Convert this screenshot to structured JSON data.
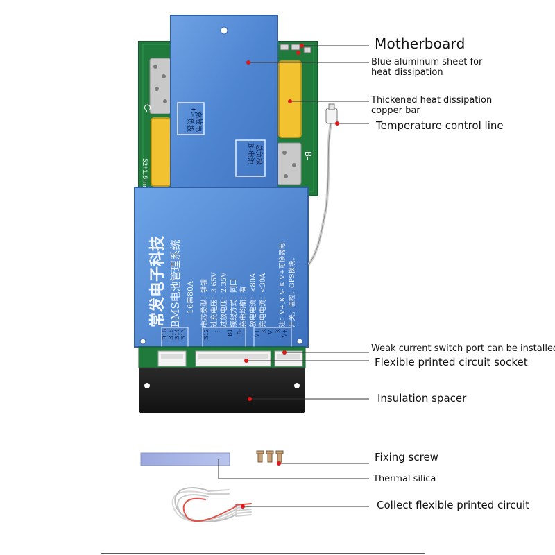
{
  "callouts": {
    "motherboard": "Motherboard",
    "aluminum_sheet": "Blue aluminum sheet for\n heat dissipation",
    "copper_bar": "Thickened heat dissipation\n copper bar",
    "temperature_line": "Temperature control line",
    "weak_current_port": "Weak current switch port can be installed",
    "fpc_socket": "Flexible printed circuit socket",
    "insulation_spacer": "Insulation spacer",
    "fixing_screw": "Fixing screw",
    "thermal_silica": "Thermal silica",
    "collect_fpc": "Collect flexible printed circuit"
  },
  "board": {
    "pcb_label_c": "C-",
    "pcb_label_b": "B-",
    "pcb_label_size": "52*1.6mm",
    "top_label_c": [
      "C-",
      "充放电",
      "负极"
    ],
    "top_label_b": [
      "B-电池",
      "总负极"
    ],
    "brand_cn": "常发电子科技",
    "bms_title": "BMS电池管理系统",
    "spec_title": "16串80A",
    "specs": [
      "电芯类型：铁锂",
      "过充电压：3.65V",
      "过放电压：2.35V",
      "接线方式：同口",
      "充电均衡：有",
      "放电电流：<80A",
      "充电电流：<30A"
    ],
    "note": [
      "注：V+,K V- K V+可接弱电",
      "开关，温控，GPS模块。"
    ],
    "pin_left": [
      "B16",
      "B15",
      "B14",
      "B13"
    ],
    "pin_mid": [
      "B12",
      "⋮",
      "B1",
      "B-"
    ],
    "pin_right": [
      "V+",
      "K",
      "V-",
      "K",
      "V+"
    ]
  },
  "colors": {
    "plate_blue": "#5a8fd6",
    "pcb_green": "#1f7a3c",
    "copper_yellow": "#f2c230",
    "spacer_black": "#1c1c1c",
    "thermal_pad": "#a9b6e6",
    "leader_red": "#e01818"
  }
}
